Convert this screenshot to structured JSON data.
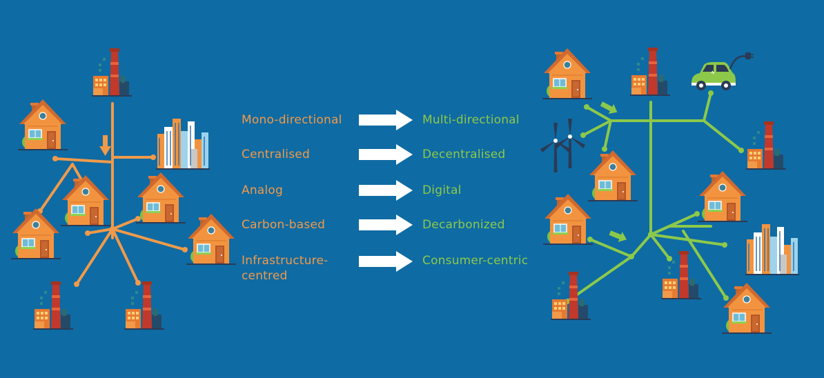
{
  "transition": [
    {
      "from": "Mono-directional",
      "to": "Multi-directional"
    },
    {
      "from": "Centralised",
      "to": "Decentralised"
    },
    {
      "from": "Analog",
      "to": "Digital"
    },
    {
      "from": "Carbon-based",
      "to": "Decarbonized"
    },
    {
      "from_line1": "Infrastructure-",
      "from_line2": "centred",
      "to": "Consumer-centric"
    }
  ],
  "colors": {
    "background": "#0f6ba3",
    "old_system": "#f19a4a",
    "new_system": "#8cc94a",
    "arrow": "#ffffff"
  },
  "icons": [
    "factory-icon",
    "house-icon",
    "city-buildings-icon",
    "wind-turbine-icon",
    "electric-car-icon",
    "flow-direction-arrow-icon"
  ]
}
